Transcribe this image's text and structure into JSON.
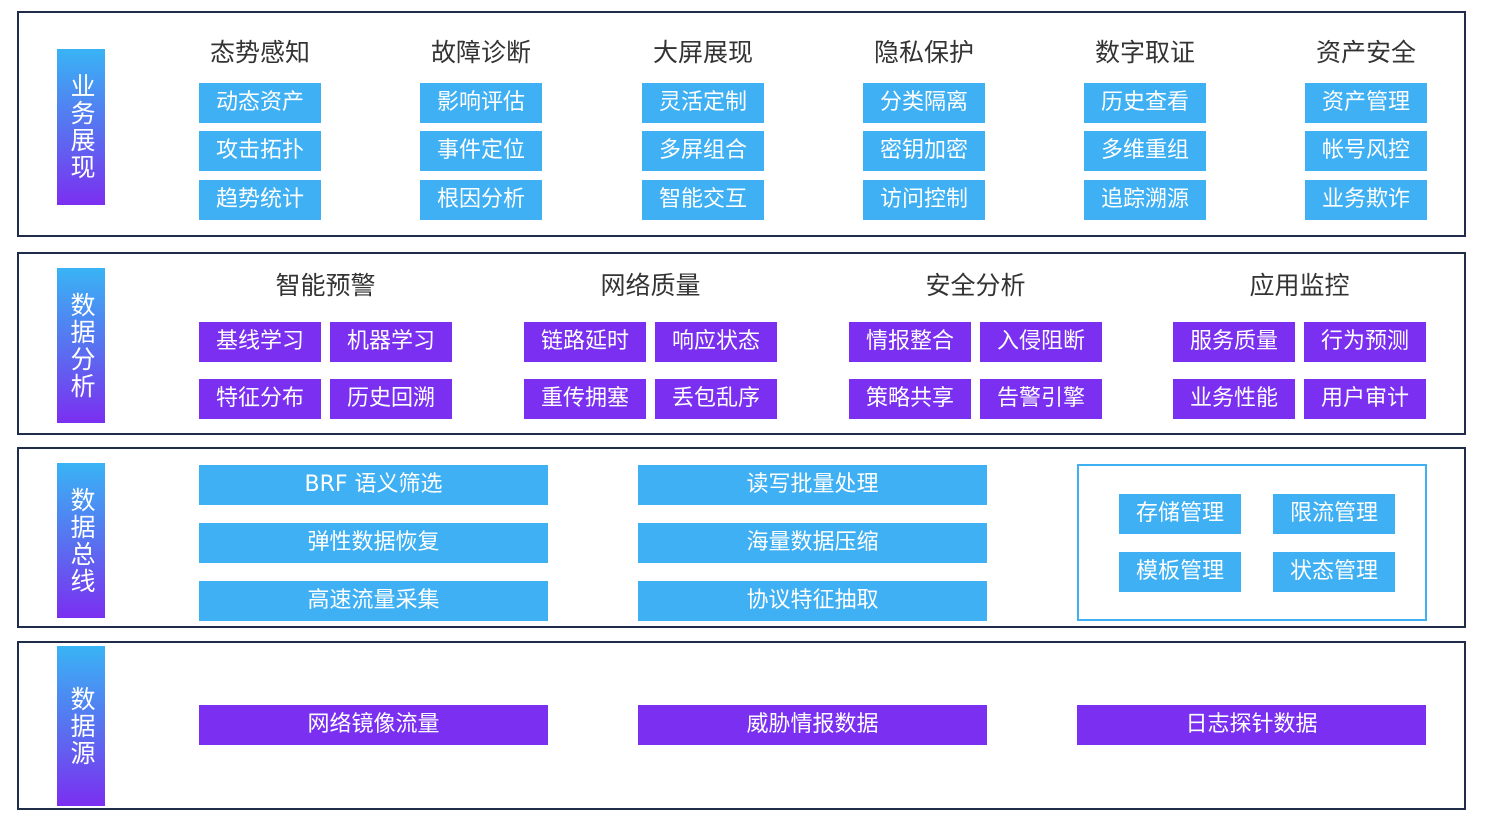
{
  "layers": {
    "business": {
      "label": "业务展现",
      "groups": [
        {
          "title": "态势感知",
          "items": [
            "动态资产",
            "攻击拓扑",
            "趋势统计"
          ]
        },
        {
          "title": "故障诊断",
          "items": [
            "影响评估",
            "事件定位",
            "根因分析"
          ]
        },
        {
          "title": "大屏展现",
          "items": [
            "灵活定制",
            "多屏组合",
            "智能交互"
          ]
        },
        {
          "title": "隐私保护",
          "items": [
            "分类隔离",
            "密钥加密",
            "访问控制"
          ]
        },
        {
          "title": "数字取证",
          "items": [
            "历史查看",
            "多维重组",
            "追踪溯源"
          ]
        },
        {
          "title": "资产安全",
          "items": [
            "资产管理",
            "帐号风控",
            "业务欺诈"
          ]
        }
      ]
    },
    "analysis": {
      "label": "数据分析",
      "groups": [
        {
          "title": "智能预警",
          "items": [
            "基线学习",
            "机器学习",
            "特征分布",
            "历史回溯"
          ]
        },
        {
          "title": "网络质量",
          "items": [
            "链路延时",
            "响应状态",
            "重传拥塞",
            "丢包乱序"
          ]
        },
        {
          "title": "安全分析",
          "items": [
            "情报整合",
            "入侵阻断",
            "策略共享",
            "告警引擎"
          ]
        },
        {
          "title": "应用监控",
          "items": [
            "服务质量",
            "行为预测",
            "业务性能",
            "用户审计"
          ]
        }
      ]
    },
    "bus": {
      "label": "数据总线",
      "left_bars": [
        "BRF 语义筛选",
        "弹性数据恢复",
        "高速流量采集"
      ],
      "mid_bars": [
        "读写批量处理",
        "海量数据压缩",
        "协议特征抽取"
      ],
      "management": [
        "存储管理",
        "限流管理",
        "模板管理",
        "状态管理"
      ]
    },
    "source": {
      "label": "数据源",
      "bars": [
        "网络镜像流量",
        "威胁情报数据",
        "日志探针数据"
      ]
    }
  },
  "colors": {
    "blue": "#3fb0f3",
    "purple": "#7b2ff0",
    "border": "#1f2d4a"
  }
}
